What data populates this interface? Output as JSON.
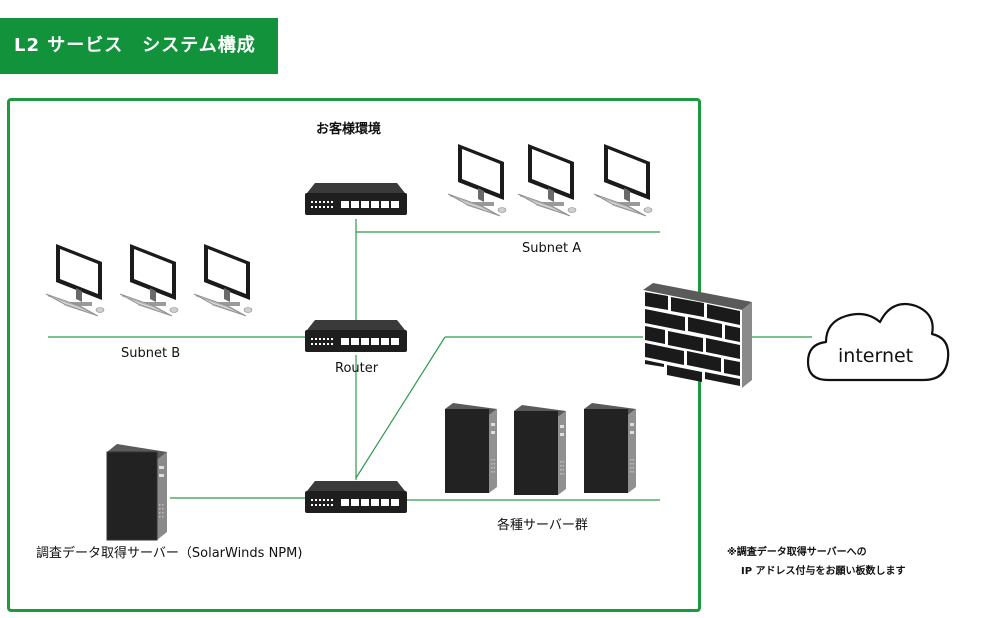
{
  "header": {
    "title": "L2 サービス　システム構成"
  },
  "diagram": {
    "environment_label": "お客様環境",
    "subnet_a_label": "Subnet A",
    "subnet_b_label": "Subnet B",
    "router_label": "Router",
    "servers_label": "各種サーバー群",
    "collector_label": "調査データ取得サーバー（SolarWinds NPM)",
    "internet_label": "internet",
    "note_line1": "※調査データ取得サーバーへの",
    "note_line2": "IP アドレス付与をお願い板数します",
    "colors": {
      "accent": "#13923c",
      "frame": "#1e9a3e",
      "link": "#2e9a4e"
    }
  }
}
